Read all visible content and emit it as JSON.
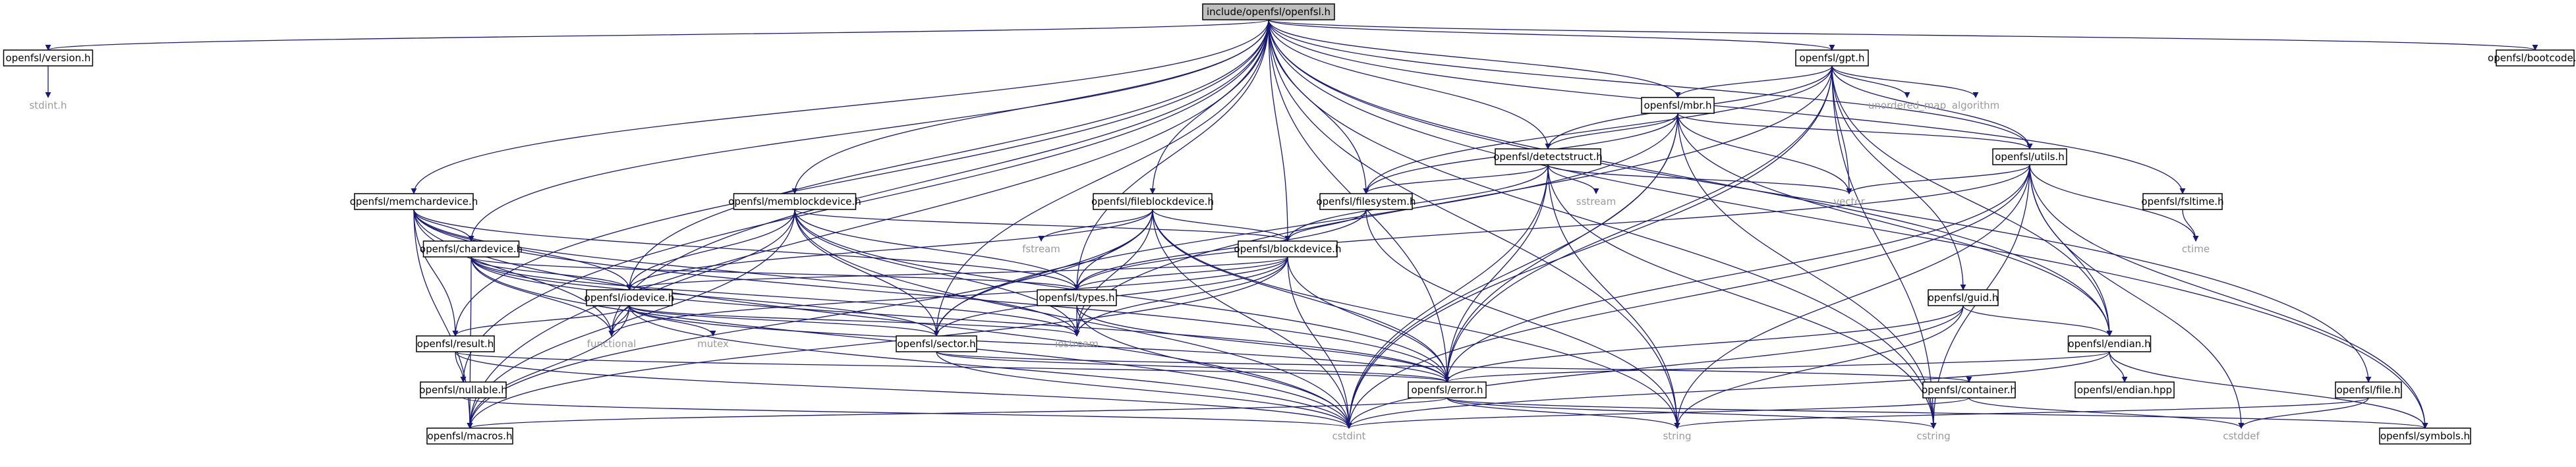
{
  "graph": {
    "nodes": [
      {
        "id": "root",
        "label": "include/openfsl/openfsl.h",
        "kind": "root"
      },
      {
        "id": "version",
        "label": "openfsl/version.h",
        "kind": "file"
      },
      {
        "id": "stdint",
        "label": "stdint.h",
        "kind": "external"
      },
      {
        "id": "bootcode",
        "label": "openfsl/bootcode.h",
        "kind": "file"
      },
      {
        "id": "gpt",
        "label": "openfsl/gpt.h",
        "kind": "file"
      },
      {
        "id": "mbr",
        "label": "openfsl/mbr.h",
        "kind": "file"
      },
      {
        "id": "unordered_map",
        "label": "unordered_map",
        "kind": "external"
      },
      {
        "id": "algorithm",
        "label": "algorithm",
        "kind": "external"
      },
      {
        "id": "detectstruct",
        "label": "openfsl/detectstruct.h",
        "kind": "file"
      },
      {
        "id": "utils",
        "label": "openfsl/utils.h",
        "kind": "file"
      },
      {
        "id": "fsltime",
        "label": "openfsl/fsltime.h",
        "kind": "file"
      },
      {
        "id": "memchardevice",
        "label": "openfsl/memchardevice.h",
        "kind": "file"
      },
      {
        "id": "memblockdevice",
        "label": "openfsl/memblockdevice.h",
        "kind": "file"
      },
      {
        "id": "fileblockdevice",
        "label": "openfsl/fileblockdevice.h",
        "kind": "file"
      },
      {
        "id": "filesystem",
        "label": "openfsl/filesystem.h",
        "kind": "file"
      },
      {
        "id": "sstream",
        "label": "sstream",
        "kind": "external"
      },
      {
        "id": "vector",
        "label": "vector",
        "kind": "external"
      },
      {
        "id": "ctime",
        "label": "ctime",
        "kind": "external"
      },
      {
        "id": "chardevice",
        "label": "openfsl/chardevice.h",
        "kind": "file"
      },
      {
        "id": "fstream",
        "label": "fstream",
        "kind": "external"
      },
      {
        "id": "blockdevice",
        "label": "openfsl/blockdevice.h",
        "kind": "file"
      },
      {
        "id": "iodevice",
        "label": "openfsl/iodevice.h",
        "kind": "file"
      },
      {
        "id": "types",
        "label": "openfsl/types.h",
        "kind": "file"
      },
      {
        "id": "guid",
        "label": "openfsl/guid.h",
        "kind": "file"
      },
      {
        "id": "functional",
        "label": "functional",
        "kind": "external"
      },
      {
        "id": "mutex",
        "label": "mutex",
        "kind": "external"
      },
      {
        "id": "sector",
        "label": "openfsl/sector.h",
        "kind": "file"
      },
      {
        "id": "iostream",
        "label": "iostream",
        "kind": "external"
      },
      {
        "id": "endian",
        "label": "openfsl/endian.h",
        "kind": "file"
      },
      {
        "id": "result",
        "label": "openfsl/result.h",
        "kind": "file"
      },
      {
        "id": "error",
        "label": "openfsl/error.h",
        "kind": "file"
      },
      {
        "id": "container",
        "label": "openfsl/container.h",
        "kind": "file"
      },
      {
        "id": "endianhpp",
        "label": "openfsl/endian.hpp",
        "kind": "file"
      },
      {
        "id": "file",
        "label": "openfsl/file.h",
        "kind": "file"
      },
      {
        "id": "nullable",
        "label": "openfsl/nullable.h",
        "kind": "file"
      },
      {
        "id": "macros",
        "label": "openfsl/macros.h",
        "kind": "file"
      },
      {
        "id": "cstdint",
        "label": "cstdint",
        "kind": "external"
      },
      {
        "id": "string",
        "label": "string",
        "kind": "external"
      },
      {
        "id": "cstring",
        "label": "cstring",
        "kind": "external"
      },
      {
        "id": "cstddef",
        "label": "cstddef",
        "kind": "external"
      },
      {
        "id": "symbols",
        "label": "openfsl/symbols.h",
        "kind": "file"
      }
    ],
    "edges": [
      [
        "root",
        "version"
      ],
      [
        "root",
        "bootcode"
      ],
      [
        "root",
        "gpt"
      ],
      [
        "root",
        "mbr"
      ],
      [
        "root",
        "detectstruct"
      ],
      [
        "root",
        "utils"
      ],
      [
        "root",
        "fsltime"
      ],
      [
        "root",
        "memchardevice"
      ],
      [
        "root",
        "memblockdevice"
      ],
      [
        "root",
        "fileblockdevice"
      ],
      [
        "root",
        "filesystem"
      ],
      [
        "root",
        "chardevice"
      ],
      [
        "root",
        "blockdevice"
      ],
      [
        "root",
        "iodevice"
      ],
      [
        "root",
        "types"
      ],
      [
        "root",
        "sector"
      ],
      [
        "root",
        "result"
      ],
      [
        "root",
        "nullable"
      ],
      [
        "root",
        "macros"
      ],
      [
        "root",
        "error"
      ],
      [
        "root",
        "endian"
      ],
      [
        "root",
        "file"
      ],
      [
        "root",
        "symbols"
      ],
      [
        "root",
        "functional"
      ],
      [
        "root",
        "string"
      ],
      [
        "root",
        "cstring"
      ],
      [
        "version",
        "stdint"
      ],
      [
        "gpt",
        "mbr"
      ],
      [
        "gpt",
        "unordered_map"
      ],
      [
        "gpt",
        "algorithm"
      ],
      [
        "gpt",
        "detectstruct"
      ],
      [
        "gpt",
        "utils"
      ],
      [
        "gpt",
        "filesystem"
      ],
      [
        "gpt",
        "vector"
      ],
      [
        "gpt",
        "guid"
      ],
      [
        "gpt",
        "endian"
      ],
      [
        "gpt",
        "error"
      ],
      [
        "gpt",
        "cstdint"
      ],
      [
        "gpt",
        "iostream"
      ],
      [
        "gpt",
        "cstring"
      ],
      [
        "mbr",
        "detectstruct"
      ],
      [
        "mbr",
        "utils"
      ],
      [
        "mbr",
        "filesystem"
      ],
      [
        "mbr",
        "vector"
      ],
      [
        "mbr",
        "endian"
      ],
      [
        "mbr",
        "error"
      ],
      [
        "mbr",
        "cstdint"
      ],
      [
        "mbr",
        "sector"
      ],
      [
        "mbr",
        "cstring"
      ],
      [
        "detectstruct",
        "filesystem"
      ],
      [
        "detectstruct",
        "sstream"
      ],
      [
        "detectstruct",
        "vector"
      ],
      [
        "detectstruct",
        "blockdevice"
      ],
      [
        "detectstruct",
        "error"
      ],
      [
        "detectstruct",
        "cstdint"
      ],
      [
        "detectstruct",
        "string"
      ],
      [
        "detectstruct",
        "cstring"
      ],
      [
        "utils",
        "vector"
      ],
      [
        "utils",
        "ctime"
      ],
      [
        "utils",
        "types"
      ],
      [
        "utils",
        "error"
      ],
      [
        "utils",
        "cstdint"
      ],
      [
        "utils",
        "string"
      ],
      [
        "utils",
        "cstring"
      ],
      [
        "utils",
        "cstddef"
      ],
      [
        "utils",
        "symbols"
      ],
      [
        "utils",
        "endian"
      ],
      [
        "fsltime",
        "ctime"
      ],
      [
        "filesystem",
        "blockdevice"
      ],
      [
        "filesystem",
        "types"
      ],
      [
        "filesystem",
        "string"
      ],
      [
        "memchardevice",
        "chardevice"
      ],
      [
        "memchardevice",
        "iodevice"
      ],
      [
        "memchardevice",
        "types"
      ],
      [
        "memchardevice",
        "functional"
      ],
      [
        "memchardevice",
        "result"
      ],
      [
        "memchardevice",
        "error"
      ],
      [
        "memchardevice",
        "macros"
      ],
      [
        "memchardevice",
        "cstdint"
      ],
      [
        "memchardevice",
        "iostream"
      ],
      [
        "memblockdevice",
        "blockdevice"
      ],
      [
        "memblockdevice",
        "iodevice"
      ],
      [
        "memblockdevice",
        "types"
      ],
      [
        "memblockdevice",
        "sector"
      ],
      [
        "memblockdevice",
        "error"
      ],
      [
        "memblockdevice",
        "macros"
      ],
      [
        "memblockdevice",
        "cstdint"
      ],
      [
        "memblockdevice",
        "iostream"
      ],
      [
        "memblockdevice",
        "functional"
      ],
      [
        "fileblockdevice",
        "fstream"
      ],
      [
        "fileblockdevice",
        "blockdevice"
      ],
      [
        "fileblockdevice",
        "iodevice"
      ],
      [
        "fileblockdevice",
        "types"
      ],
      [
        "fileblockdevice",
        "sector"
      ],
      [
        "fileblockdevice",
        "error"
      ],
      [
        "fileblockdevice",
        "macros"
      ],
      [
        "fileblockdevice",
        "cstdint"
      ],
      [
        "fileblockdevice",
        "string"
      ],
      [
        "fileblockdevice",
        "iostream"
      ],
      [
        "chardevice",
        "iodevice"
      ],
      [
        "chardevice",
        "types"
      ],
      [
        "chardevice",
        "functional"
      ],
      [
        "chardevice",
        "sector"
      ],
      [
        "chardevice",
        "error"
      ],
      [
        "chardevice",
        "macros"
      ],
      [
        "chardevice",
        "cstdint"
      ],
      [
        "chardevice",
        "iostream"
      ],
      [
        "blockdevice",
        "iodevice"
      ],
      [
        "blockdevice",
        "types"
      ],
      [
        "blockdevice",
        "sector"
      ],
      [
        "blockdevice",
        "functional"
      ],
      [
        "blockdevice",
        "error"
      ],
      [
        "blockdevice",
        "macros"
      ],
      [
        "blockdevice",
        "cstdint"
      ],
      [
        "blockdevice",
        "iostream"
      ],
      [
        "iodevice",
        "functional"
      ],
      [
        "iodevice",
        "mutex"
      ],
      [
        "iodevice",
        "sector"
      ],
      [
        "iodevice",
        "result"
      ],
      [
        "iodevice",
        "error"
      ],
      [
        "iodevice",
        "macros"
      ],
      [
        "iodevice",
        "cstdint"
      ],
      [
        "iodevice",
        "iostream"
      ],
      [
        "types",
        "error"
      ],
      [
        "types",
        "cstdint"
      ],
      [
        "types",
        "iostream"
      ],
      [
        "sector",
        "container"
      ],
      [
        "sector",
        "cstdint"
      ],
      [
        "sector",
        "error"
      ],
      [
        "guid",
        "endian"
      ],
      [
        "guid",
        "error"
      ],
      [
        "guid",
        "cstdint"
      ],
      [
        "guid",
        "string"
      ],
      [
        "endian",
        "endianhpp"
      ],
      [
        "endian",
        "error"
      ],
      [
        "endian",
        "cstdint"
      ],
      [
        "endian",
        "symbols"
      ],
      [
        "result",
        "nullable"
      ],
      [
        "result",
        "error"
      ],
      [
        "result",
        "cstdint"
      ],
      [
        "nullable",
        "cstdint"
      ],
      [
        "error",
        "macros"
      ],
      [
        "error",
        "string"
      ],
      [
        "error",
        "cstring"
      ],
      [
        "error",
        "symbols"
      ],
      [
        "container",
        "cstdint"
      ],
      [
        "container",
        "cstddef"
      ],
      [
        "file",
        "cstddef"
      ],
      [
        "file",
        "string"
      ]
    ]
  }
}
